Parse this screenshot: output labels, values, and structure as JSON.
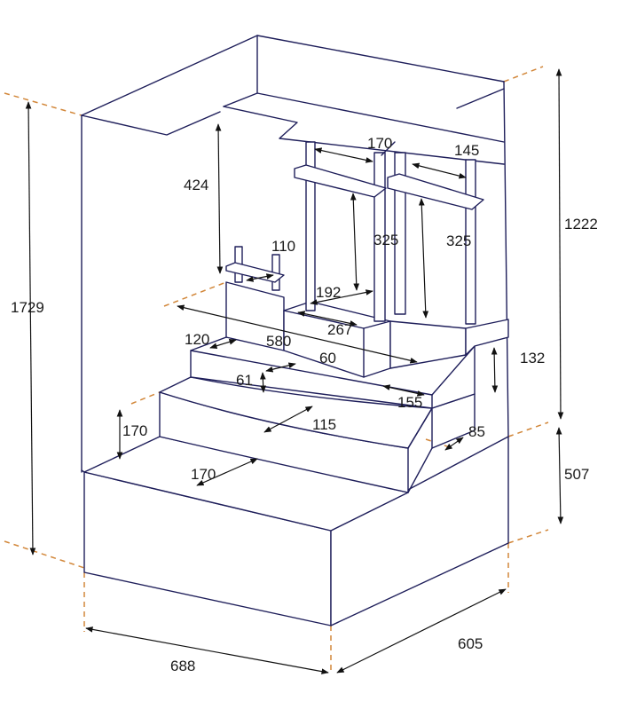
{
  "dimensions": [
    {
      "id": "overall-height",
      "value": "1729"
    },
    {
      "id": "upper-height",
      "value": "1222"
    },
    {
      "id": "base-height",
      "value": "507"
    },
    {
      "id": "base-width",
      "value": "688"
    },
    {
      "id": "base-depth",
      "value": "605"
    },
    {
      "id": "bar-height",
      "value": "424"
    },
    {
      "id": "small-rail-width",
      "value": "110"
    },
    {
      "id": "post-gap-left",
      "value": "170"
    },
    {
      "id": "post-gap-right",
      "value": "145"
    },
    {
      "id": "post-height-left",
      "value": "325"
    },
    {
      "id": "post-height-right",
      "value": "325"
    },
    {
      "id": "block-depth",
      "value": "192"
    },
    {
      "id": "block-width",
      "value": "267"
    },
    {
      "id": "upper-step-width",
      "value": "580"
    },
    {
      "id": "upper-step-depth",
      "value": "120"
    },
    {
      "id": "middle-step-depth",
      "value": "60"
    },
    {
      "id": "middle-step-riser",
      "value": "61"
    },
    {
      "id": "middle-step-offset",
      "value": "155"
    },
    {
      "id": "right-step-height",
      "value": "132"
    },
    {
      "id": "curved-step-depth",
      "value": "115"
    },
    {
      "id": "curved-step-side",
      "value": "85"
    },
    {
      "id": "lower-riser",
      "value": "170"
    },
    {
      "id": "lower-tread",
      "value": "170"
    }
  ]
}
